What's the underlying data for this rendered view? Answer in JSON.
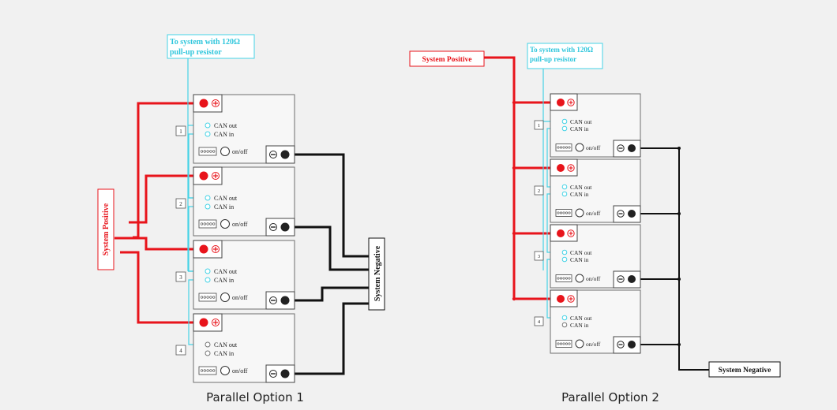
{
  "option1": {
    "caption": "Parallel Option 1",
    "system_positive": "System Positive",
    "system_negative": "System Negative",
    "can_note_line1": "To system with 120Ω",
    "can_note_line2": "pull-up resistor",
    "batteries": [
      {
        "number": "1",
        "can_out": "CAN out",
        "can_in": "CAN in",
        "switch": "on/off"
      },
      {
        "number": "2",
        "can_out": "CAN out",
        "can_in": "CAN in",
        "switch": "on/off"
      },
      {
        "number": "3",
        "can_out": "CAN out",
        "can_in": "CAN in",
        "switch": "on/off"
      },
      {
        "number": "4",
        "can_out": "CAN out",
        "can_in": "CAN in",
        "switch": "on/off"
      }
    ]
  },
  "option2": {
    "caption": "Parallel Option 2",
    "system_positive": "System Positive",
    "system_negative": "System Negative",
    "can_note_line1": "To system with 120Ω",
    "can_note_line2": "pull-up resistor",
    "batteries": [
      {
        "number": "1",
        "can_out": "CAN out",
        "can_in": "CAN in",
        "switch": "on/off"
      },
      {
        "number": "2",
        "can_out": "CAN out",
        "can_in": "CAN in",
        "switch": "on/off"
      },
      {
        "number": "3",
        "can_out": "CAN out",
        "can_in": "CAN in",
        "switch": "on/off"
      },
      {
        "number": "4",
        "can_out": "CAN out",
        "can_in": "CAN in",
        "switch": "on/off"
      }
    ]
  },
  "colors": {
    "positive": "#e8141b",
    "negative": "#111111",
    "can": "#45d3e6",
    "module_border": "#6e6e6e"
  }
}
